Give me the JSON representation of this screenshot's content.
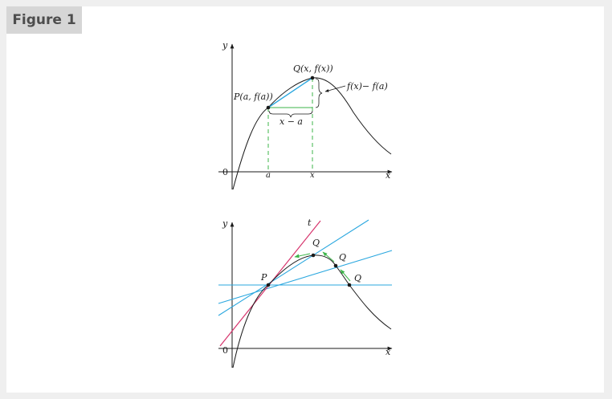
{
  "figure_label": "Figure 1",
  "colors": {
    "curve": "#1a1a1a",
    "secant": "#2aa7df",
    "tangent": "#d6336c",
    "guide": "#3db54a"
  },
  "top": {
    "y_axis": "y",
    "x_axis": "x",
    "origin": "0",
    "point_p": "P(a, f(a))",
    "point_q": "Q(x, f(x))",
    "rise": "f(x)− f(a)",
    "run": "x − a",
    "tick_a": "a",
    "tick_x": "x"
  },
  "bottom": {
    "y_axis": "y",
    "x_axis": "x",
    "origin": "0",
    "tangent": "t",
    "point_p": "P",
    "point_q1": "Q",
    "point_q2": "Q",
    "point_q3": "Q"
  }
}
